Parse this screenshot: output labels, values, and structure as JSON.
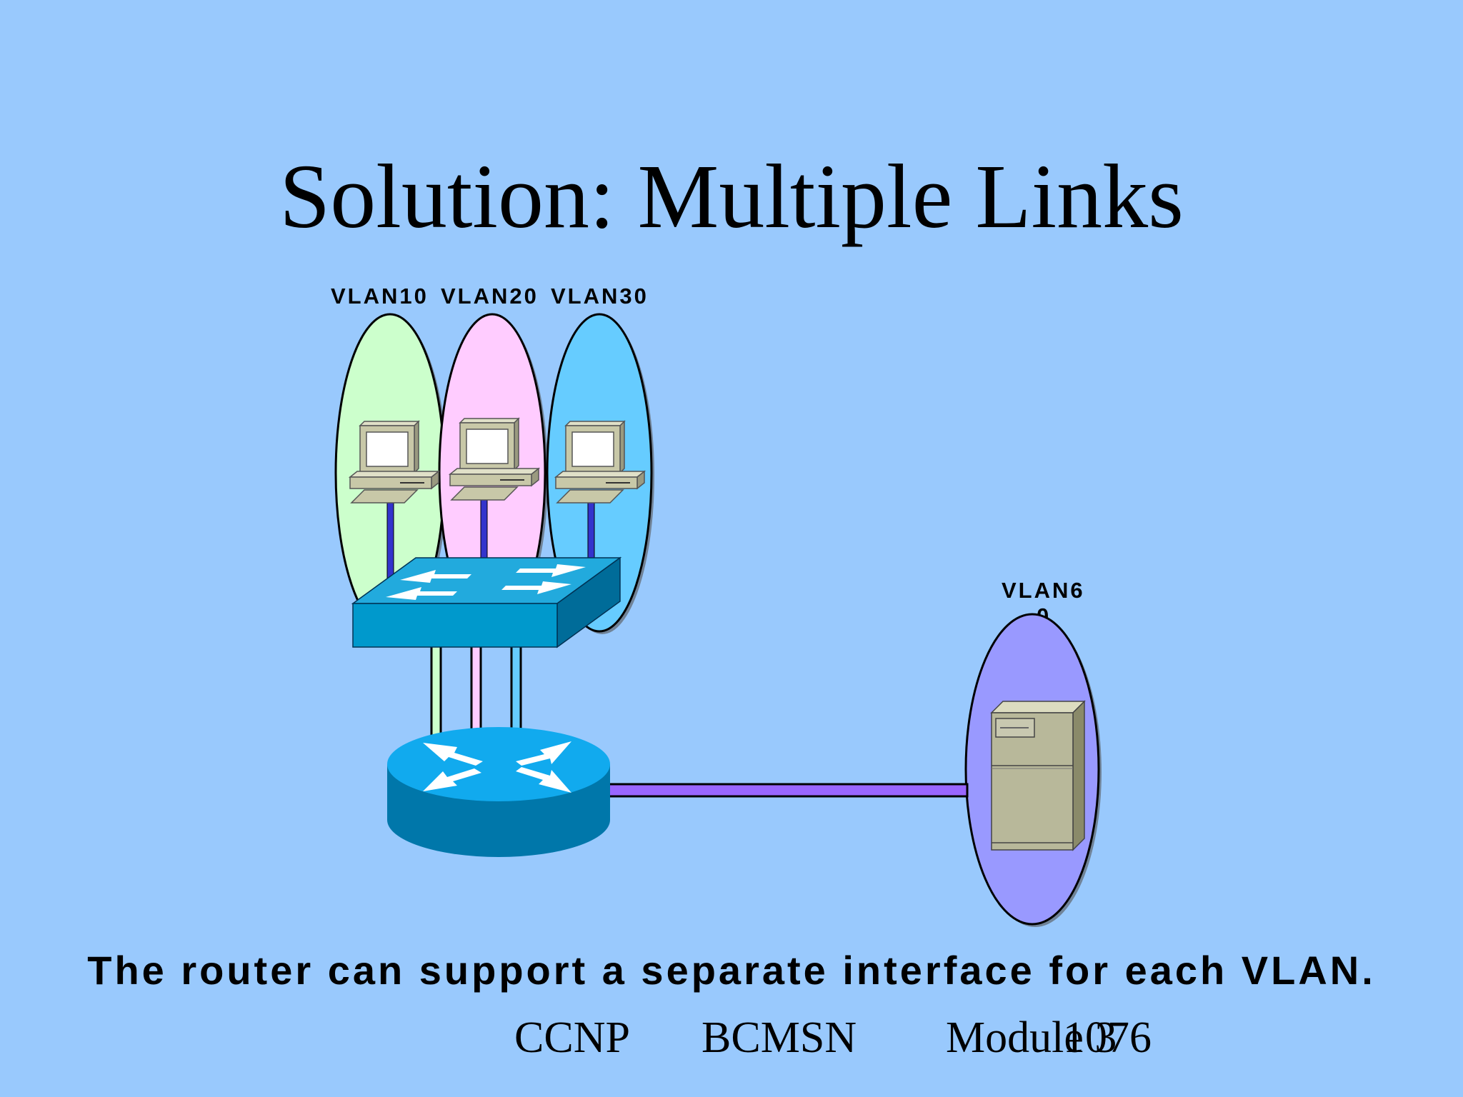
{
  "slide": {
    "title": "Solution: Multiple Links",
    "caption": "The router can support a separate interface for each VLAN.",
    "footer": {
      "course": "CCNP",
      "subject": "BCMSN",
      "module": "Module 3",
      "page": "1076"
    }
  },
  "vlans": [
    {
      "label": "VLAN10",
      "fill": "#ccffcc",
      "link_color": "#ccffcc"
    },
    {
      "label": "VLAN20",
      "fill": "#ffccff",
      "link_color": "#ffccff"
    },
    {
      "label": "VLAN30",
      "fill": "#66ccff",
      "link_color": "#66ccff"
    },
    {
      "label_line1": "VLAN6",
      "label_line2": "0",
      "fill": "#9999ff",
      "link_color": "#9966ff"
    }
  ],
  "icons": [
    "workstation-icon",
    "switch-icon",
    "router-icon",
    "server-icon"
  ],
  "colors": {
    "background": "#99c9fd",
    "device_blue": "#0099cc",
    "pc_beige": "#c8c8a8"
  }
}
